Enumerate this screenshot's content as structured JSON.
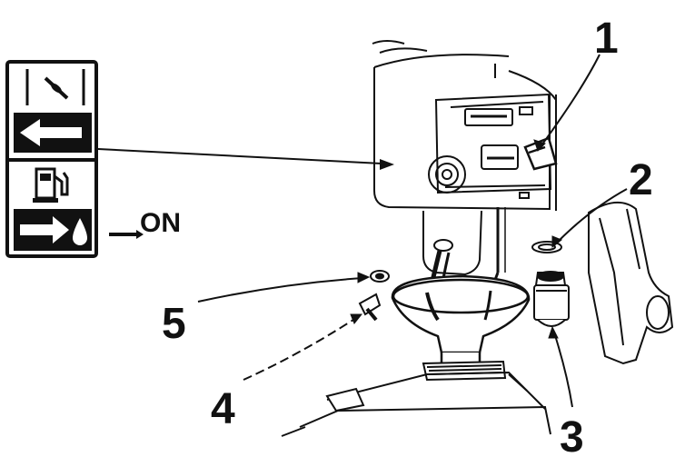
{
  "panel": {
    "choke_icon": "choke-lever-icon",
    "close_arrow_icon": "arrow-left-icon",
    "fuel_pump_icon": "fuel-pump-icon",
    "open_arrow_icon": "arrow-right-fuel-drop-icon",
    "on_label": "ON"
  },
  "callouts": {
    "c1": "1",
    "c2": "2",
    "c3": "3",
    "c4": "4",
    "c5": "5"
  },
  "colors": {
    "ink": "#111111",
    "paper": "#ffffff"
  }
}
